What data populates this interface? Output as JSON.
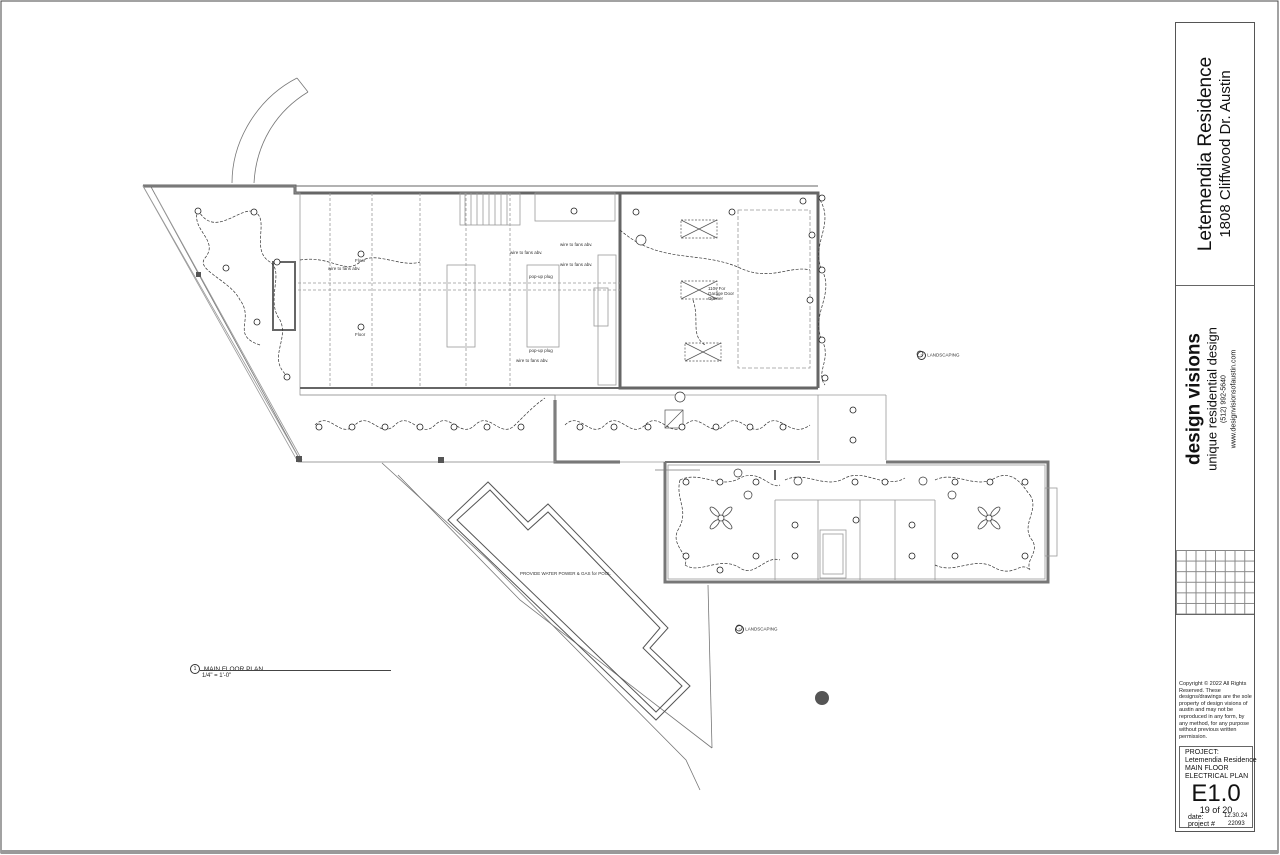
{
  "title_block": {
    "project_name": "Letemendia Residence",
    "address": "1808 Cliffwood Dr. Austin",
    "firm_name": "design visions",
    "firm_tagline": "unique residential design",
    "firm_phone": "(512) 992-5640",
    "firm_website": "www.designvisionsofaustin.com",
    "copyright": "Copyright © 2022 All Rights Reserved. These designs/drawings are the sole property of design visions of austin and may not be reproduced in any form, by any method, for any purpose without previous written permission.",
    "sheet": {
      "project_label": "PROJECT:",
      "project_line1": "Letemendia Residence",
      "project_line2": "MAIN FLOOR",
      "project_line3": "ELECTRICAL PLAN",
      "sheet_number": "E1.0",
      "sheet_count": "19 of 20",
      "date_label": "date:",
      "date_value": "12.30.24",
      "project_no_label": "project #",
      "project_no_value": "22093"
    }
  },
  "plan": {
    "title": "MAIN FLOOR PLAN",
    "title_number": "1",
    "scale": "1/4\" = 1'-0\"",
    "notes": {
      "pool": "PROVIDE WATER POWER & GAS for POOL",
      "landscaping_1": "LANDSCAPING",
      "landscaping_2": "LANDSCAPING",
      "landscaping_num": "2",
      "floor_1": "Floor",
      "floor_2": "Floor",
      "wire_fan_1": "wire to fans abv.",
      "wire_fan_2": "wire to fans abv.",
      "wire_fan_3": "wire to fans abv.",
      "wire_fan_4": "wire to fans abv.",
      "wire_fan_5": "wire to fans abv.",
      "pop_up_1": "pop-up plug",
      "pop_up_2": "pop-up plug",
      "garage": "110v For Garage Door Opener"
    }
  }
}
